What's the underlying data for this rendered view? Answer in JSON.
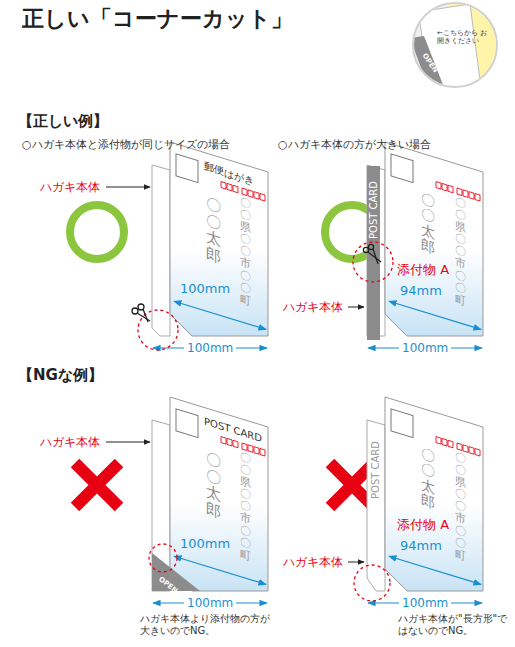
{
  "diagram": {
    "title": "正しい「コーナーカット」",
    "nodes": [
      {
        "text": [
          "郵便はがき",
          "〇〇太郎",
          "〇〇県〇〇市〇〇町"
        ]
      },
      {
        "text": [
          "〇〇太郎",
          "〇〇県〇〇市〇〇町"
        ]
      },
      {
        "text": [
          "POST CARD",
          "〇〇太郎",
          "〇〇県〇〇市〇〇町"
        ]
      },
      {
        "text": [
          "〇〇太郎",
          "〇〇県〇〇市〇〇町"
        ]
      }
    ],
    "labels": [
      "←こちらから お開きください",
      "OPEN",
      "【正しい例】",
      "○ハガキ本体と添付物が同じサイズの場合",
      "○ハガキ本体の方が大きい場合",
      "ハガキ本体",
      "100mm",
      "100mm",
      "POST CARD",
      "添付物 A",
      "94mm",
      "ハガキ本体",
      "100mm",
      "【NGな例】",
      "ハガキ本体",
      "100mm",
      "OPEN",
      "100mm",
      "ハガキ本体より添付物の方が大きいのでNG。",
      "POST CARD",
      "添付物 A",
      "94mm",
      "ハガキ本体",
      "100mm",
      "ハガキ本体が\"長方形\"ではないのでNG。"
    ]
  }
}
